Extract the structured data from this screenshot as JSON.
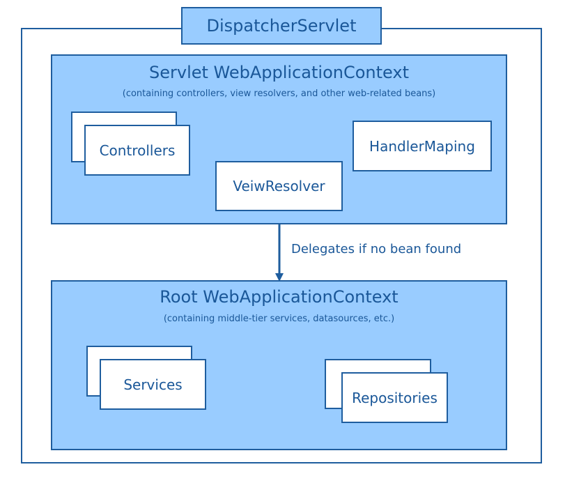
{
  "dispatcher": {
    "title": "DispatcherServlet"
  },
  "servlet_context": {
    "title": "Servlet WebApplicationContext",
    "subtitle": "(containing controllers, view resolvers, and other web-related beans)",
    "components": {
      "controllers": "Controllers",
      "view_resolver": "VeiwResolver",
      "handler_mapping": "HandlerMaping"
    }
  },
  "delegation": {
    "label": "Delegates if no bean found"
  },
  "root_context": {
    "title": "Root WebApplicationContext",
    "subtitle": "(containing middle-tier services, datasources, etc.)",
    "components": {
      "services": "Services",
      "repositories": "Repositories"
    }
  },
  "colors": {
    "panel_fill": "#99ccff",
    "border": "#1e5d9e",
    "text": "#1a5798",
    "card_fill": "#ffffff"
  }
}
